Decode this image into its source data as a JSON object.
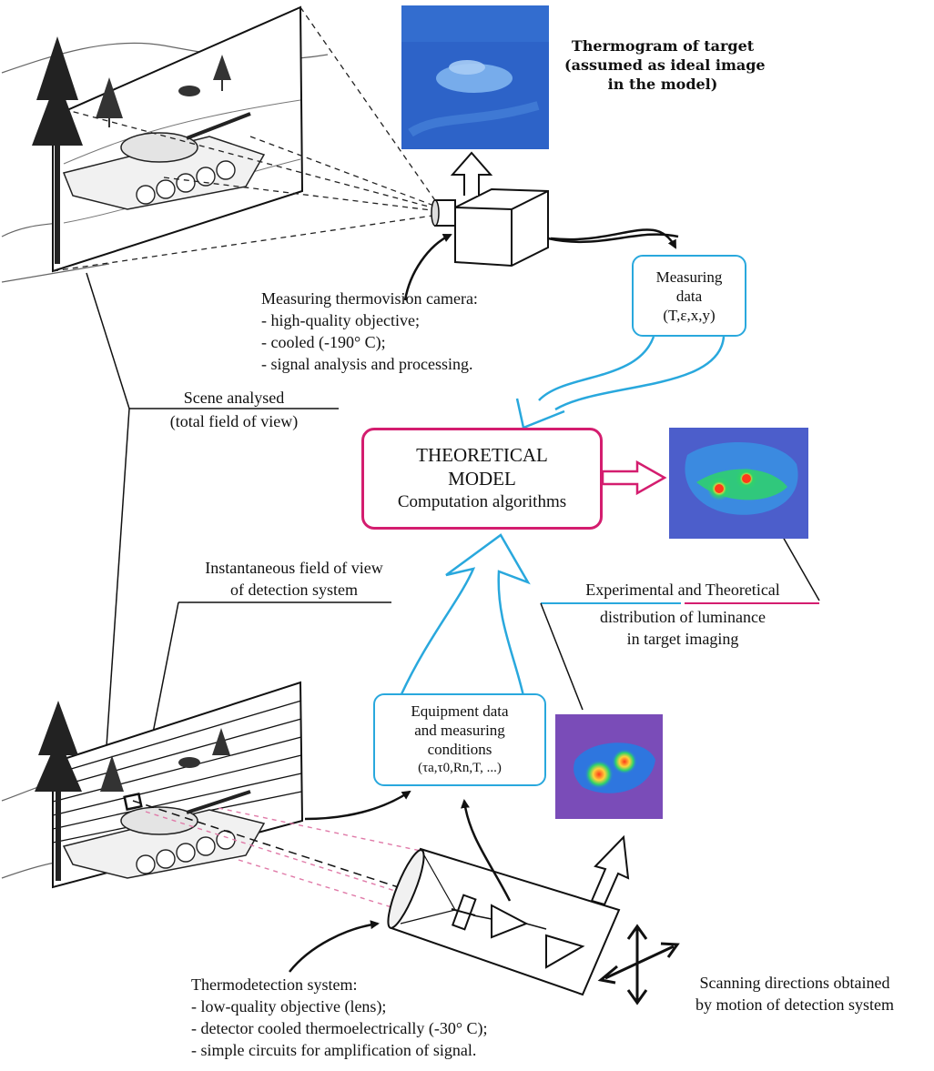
{
  "thermogram_label": {
    "line1": "Thermogram of target",
    "line2": "(assumed as ideal image",
    "line3": "in the model)"
  },
  "camera_label": {
    "title": "Measuring thermovision camera:",
    "items": [
      "- high-quality objective;",
      "- cooled (-190° C);",
      "- signal analysis and processing."
    ]
  },
  "measuring_data_box": {
    "line1": "Measuring",
    "line2": "data",
    "line3": "(T,ε,x,y)"
  },
  "scene_label": {
    "line1": "Scene analysed",
    "line2": "(total field of view)"
  },
  "model_box": {
    "line1": "THEORETICAL",
    "line2": "MODEL",
    "line3": "Computation algorithms"
  },
  "ifov_label": {
    "line1": "Instantaneous field of view",
    "line2": "of detection system"
  },
  "distribution_label": {
    "line1a": "Experimental and",
    "line1b": "Theoretical",
    "line2": "distribution of luminance",
    "line3": "in target imaging"
  },
  "equipment_box": {
    "line1": "Equipment data",
    "line2": "and measuring",
    "line3": "conditions",
    "line4": "(τa,τ0,Rn,T, ...)"
  },
  "detector_label": {
    "title": "Thermodetection system:",
    "items": [
      "- low-quality objective (lens);",
      "- detector cooled thermoelectrically (-30° C);",
      "- simple circuits for amplification of signal."
    ]
  },
  "scanning_label": {
    "line1": "Scanning directions obtained",
    "line2": "by motion of detection system"
  },
  "colors": {
    "blue_arrow": "#29a8dd",
    "pink_box": "#d41d6f",
    "dashed_pink": "#e07aa8",
    "thermo_blue": "#2d63c8",
    "thermo_purple": "#7a4cb8"
  }
}
